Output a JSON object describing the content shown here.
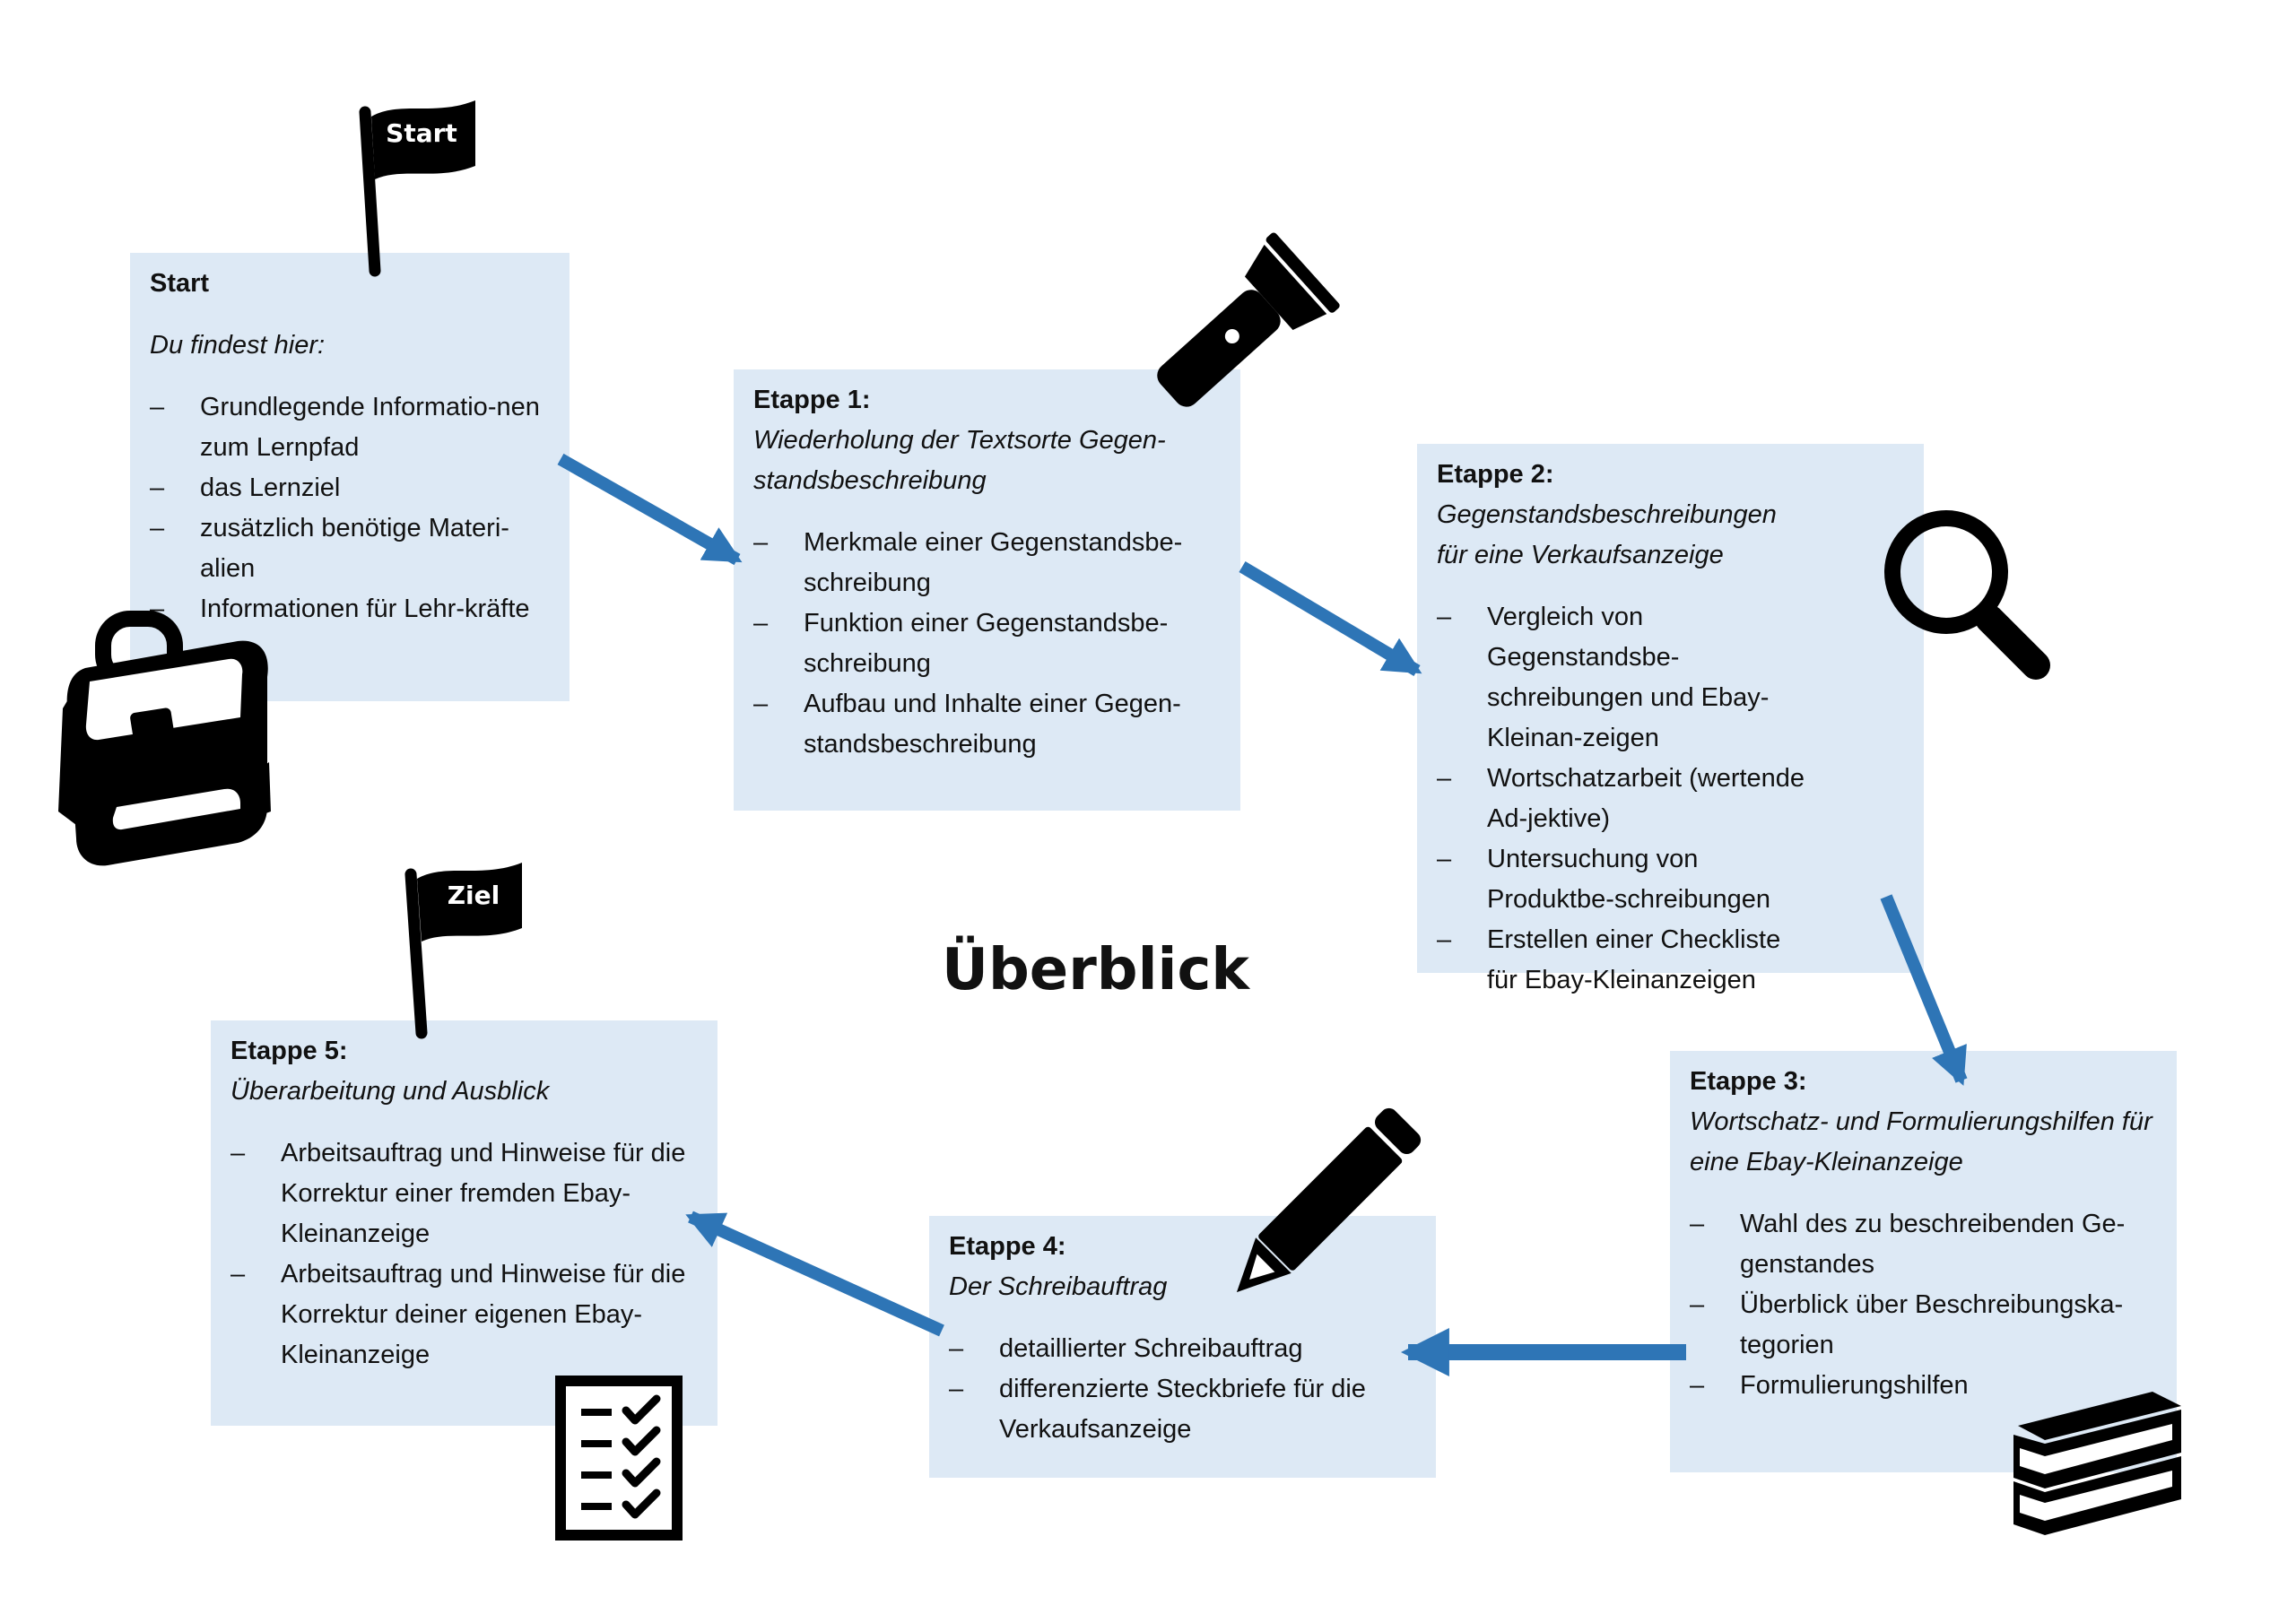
{
  "heading": "Überblick",
  "flags": {
    "start": "Start",
    "goal": "Ziel"
  },
  "stations": {
    "start": {
      "title": "Start",
      "subtitle": "Du findest hier:",
      "items": [
        "Grundlegende Informatio-nen zum Lernpfad",
        "das Lernziel",
        "zusätzlich benötige Materi-alien",
        "Informationen für Lehr-kräfte"
      ]
    },
    "e1": {
      "title": "Etappe 1:",
      "subtitle": "Wiederholung der Textsorte Gegen-standsbeschreibung",
      "items": [
        "Merkmale einer Gegenstandsbe-schreibung",
        "Funktion einer Gegenstandsbe-schreibung",
        "Aufbau und Inhalte einer Gegen-standsbeschreibung"
      ]
    },
    "e2": {
      "title": "Etappe 2:",
      "subtitle": "Gegenstandsbeschreibungen für eine Verkaufsanzeige",
      "items": [
        "Vergleich von Gegenstandsbe-schreibungen und Ebay-Kleinan-zeigen",
        "Wortschatzarbeit (wertende Ad-jektive)",
        "Untersuchung von Produktbe-schreibungen",
        "Erstellen einer Checkliste für Ebay-Kleinanzeigen"
      ]
    },
    "e3": {
      "title": "Etappe 3:",
      "subtitle": "Wortschatz- und Formulierungshilfen für eine Ebay-Kleinanzeige",
      "items": [
        "Wahl des zu beschreibenden Ge-genstandes",
        "Überblick über Beschreibungska-tegorien",
        "Formulierungshilfen"
      ]
    },
    "e4": {
      "title": "Etappe 4:",
      "subtitle": "Der Schreibauftrag",
      "items": [
        "detaillierter Schreibauftrag",
        "differenzierte Steckbriefe für die Verkaufsanzeige"
      ]
    },
    "e5": {
      "title": "Etappe 5:",
      "subtitle": "Überarbeitung und Ausblick",
      "items": [
        "Arbeitsauftrag und Hinweise für die Korrektur einer fremden Ebay- Kleinanzeige",
        "Arbeitsauftrag und Hinweise für die Korrektur deiner eigenen Ebay-Kleinanzeige"
      ]
    }
  },
  "colors": {
    "box": "#dde9f5",
    "arrow": "#2e75b6",
    "icon": "#000000"
  },
  "icons": [
    "flag-icon",
    "backpack-icon",
    "flashlight-icon",
    "magnifier-icon",
    "books-icon",
    "pencil-icon",
    "checklist-icon"
  ]
}
